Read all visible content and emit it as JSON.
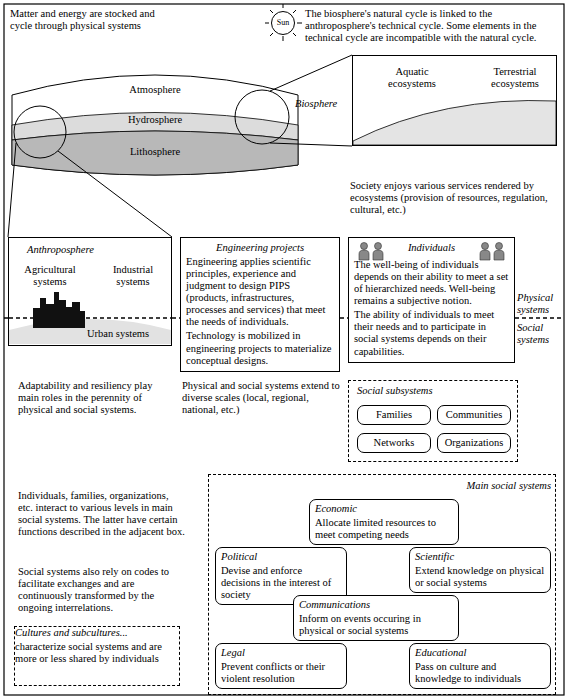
{
  "diagram": {
    "nodes": [
      {
        "text": [
          "Sun"
        ]
      },
      {
        "text": [
          "Biosphere",
          "Aquatic ecosystems",
          "Terrestrial ecosystems"
        ]
      },
      {
        "text": [
          "Anthroposphere",
          "Agricultural systems",
          "Industrial systems",
          "Urban systems"
        ]
      },
      {
        "text": [
          "Engineering projects",
          "Engineering applies scientific principles, experience and judgment to design PIPS (products, infrastructures, processes and services) that meet the needs of individuals.",
          "Technology is mobilized in engineering projects to materialize conceptual designs."
        ]
      },
      {
        "text": [
          "Individuals",
          "The well-being of individuals depends on their ability to meet a set of hierarchized needs. Well-being remains a subjective notion.",
          "The ability of individuals to meet their needs and to participate in social systems depends on their capabilities."
        ]
      },
      {
        "text": [
          "Social subsystems"
        ]
      },
      {
        "text": [
          "Families"
        ],
        "in": 5
      },
      {
        "text": [
          "Communities"
        ],
        "in": 5
      },
      {
        "text": [
          "Networks"
        ],
        "in": 5
      },
      {
        "text": [
          "Organizations"
        ],
        "in": 5
      },
      {
        "text": [
          "Main social systems"
        ]
      },
      {
        "text": [
          "Economic",
          "Allocate limited resources to meet competing needs"
        ],
        "in": 10
      },
      {
        "text": [
          "Political",
          "Devise and enforce decisions in the interest of society"
        ],
        "in": 10
      },
      {
        "text": [
          "Scientific",
          "Extend knowledge on physical or social systems"
        ],
        "in": 10
      },
      {
        "text": [
          "Communications",
          "Inform on events occuring in physical or social systems"
        ],
        "in": 10
      },
      {
        "text": [
          "Legal",
          "Prevent conflicts or their violent resolution"
        ],
        "in": 10
      },
      {
        "text": [
          "Educational",
          "Pass on culture and knowledge to individuals"
        ],
        "in": 10
      },
      {
        "text": [
          "Cultures and subcultures...",
          "characterize social systems and are more or less shared by individuals"
        ]
      }
    ],
    "labels": [
      "Matter and energy are stocked and cycle through physical systems",
      "The biosphere's natural cycle is linked to the anthroposphere's technical cycle. Some elements in the technical cycle are incompatible with the natural cycle.",
      "Atmosphere",
      "Hydrosphere",
      "Lithosphere",
      "Society enjoys various services rendered by ecosystems (provision of resources, regulation, cultural, etc.)",
      "Physical systems",
      "Social systems",
      "Adaptability and resiliency play main roles in the perennity of physical and social systems.",
      "Physical and social systems extend to diverse scales (local, regional, national, etc.)",
      "Individuals, families, organizations, etc. interact to various levels in main social systems. The latter have certain functions described in the adjacent box.",
      "Social systems also rely on codes to facilitate exchanges and are continuously transformed by the ongoing interrelations."
    ]
  }
}
